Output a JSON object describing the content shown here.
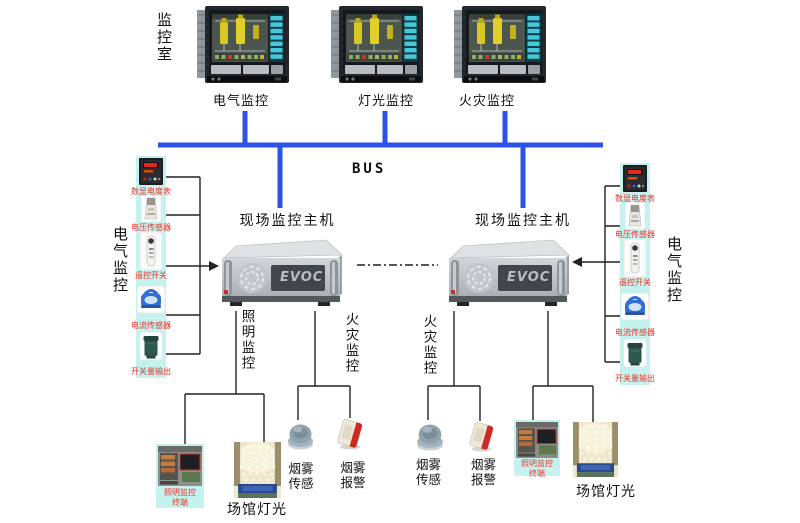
{
  "room_label": "监控室",
  "bus": {
    "label": "BUS"
  },
  "monitors": [
    {
      "label": "电气监控"
    },
    {
      "label": "灯光监控"
    },
    {
      "label": "火灾监控"
    }
  ],
  "hosts": {
    "left": {
      "label": "现场监控主机",
      "logo": "EVOC"
    },
    "right": {
      "label": "现场监控主机",
      "logo": "EVOC"
    }
  },
  "sidebars": {
    "left": {
      "group_label": "电气监控",
      "items": [
        {
          "label": "数显电度表"
        },
        {
          "label": "电压传感器"
        },
        {
          "label": "遥控开关"
        },
        {
          "label": "电流传感器"
        },
        {
          "label": "开关量输出"
        }
      ]
    },
    "right": {
      "group_label": "电气监控",
      "items": [
        {
          "label": "数显电度表"
        },
        {
          "label": "电压传感器"
        },
        {
          "label": "遥控开关"
        },
        {
          "label": "电流传感器"
        },
        {
          "label": "开关量输出"
        }
      ]
    }
  },
  "branches": {
    "left_lighting_label": "照明监控",
    "left_fire_label": "火灾监控",
    "right_fire_label": "火灾监控"
  },
  "bottom": {
    "left": {
      "terminal_caption": "照明监控\n终端",
      "venue_caption": "场馆灯光",
      "smoke_sensor_label": "烟雾\n传感",
      "smoke_alarm_label": "烟雾\n报警"
    },
    "right": {
      "terminal_caption": "照明监控\n终端",
      "venue_caption": "场馆灯光",
      "smoke_sensor_label": "烟雾\n传感",
      "smoke_alarm_label": "烟雾\n报警"
    }
  },
  "icons": [
    "industrial-monitor-icon",
    "rack-server-icon",
    "digital-meter-icon",
    "voltage-sensor-icon",
    "remote-switch-icon",
    "current-sensor-icon",
    "switch-output-icon",
    "smoke-sensor-icon",
    "smoke-alarm-icon",
    "lighting-terminal-photo",
    "venue-lights-photo"
  ],
  "colors": {
    "bus_blue": "#2E52E8",
    "panel_cyan": "#C5F1EF",
    "label_red": "#E8352A",
    "line_black": "#222222"
  }
}
